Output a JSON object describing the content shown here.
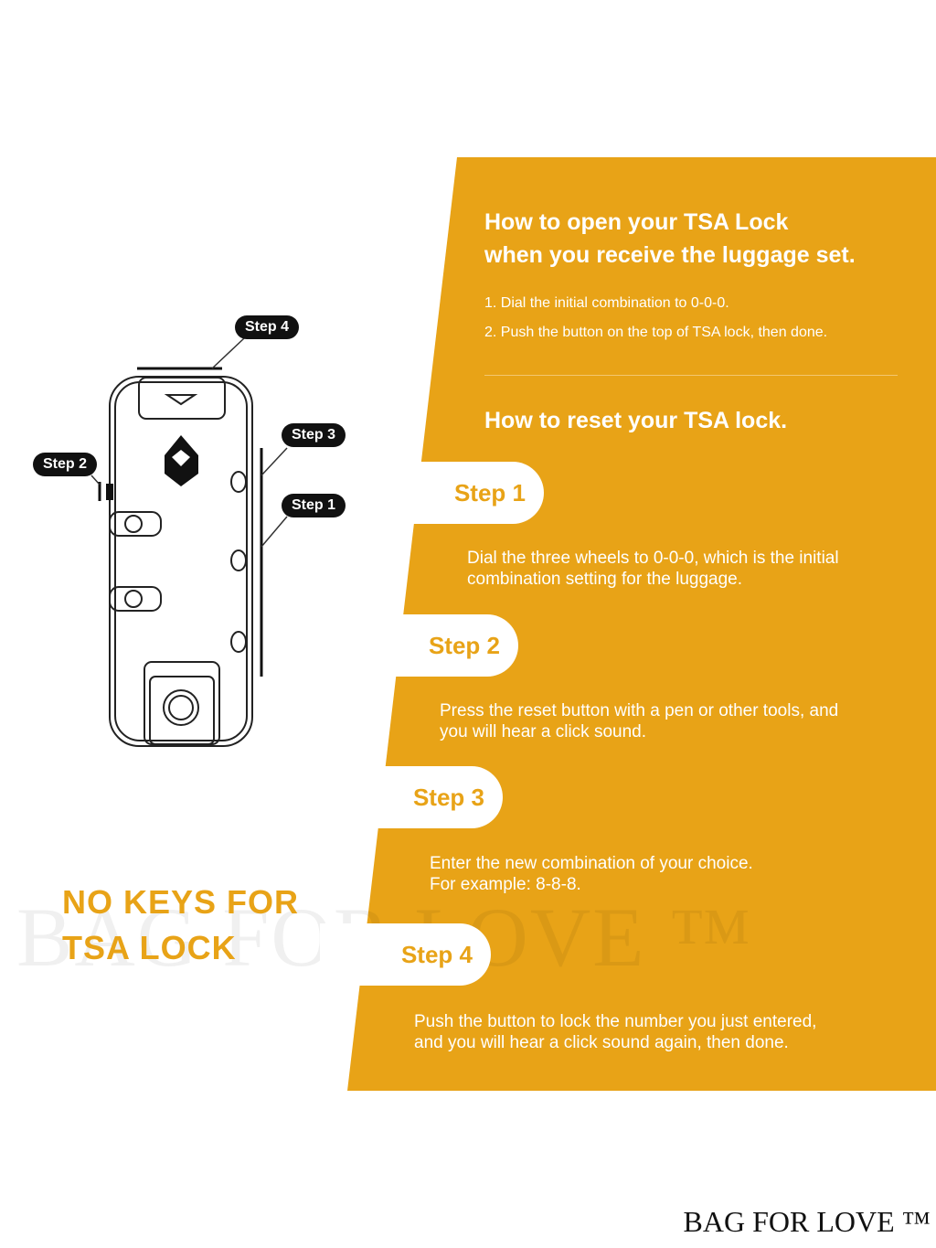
{
  "colors": {
    "accent": "#E8A317",
    "text_on_accent": "#ffffff"
  },
  "open_section": {
    "title_line1": "How to open your TSA Lock",
    "title_line2": "when you receive the luggage set.",
    "items": [
      "1. Dial the initial combination to 0-0-0.",
      "2. Push the button on the top of TSA lock, then done."
    ]
  },
  "reset_section": {
    "title": "How to reset your TSA lock.",
    "steps": [
      {
        "label": "Step 1",
        "line1": "Dial the three wheels to 0-0-0, which is the initial",
        "line2": "combination setting for the luggage."
      },
      {
        "label": "Step 2",
        "line1": "Press the reset button with a pen or other tools, and",
        "line2": "you will hear a click sound."
      },
      {
        "label": "Step 3",
        "line1": "Enter the new combination of your choice.",
        "line2": "For example: 8-8-8."
      },
      {
        "label": "Step 4",
        "line1": "Push the button to lock the number you just entered,",
        "line2": "and you will hear a click sound again, then done."
      }
    ]
  },
  "diagram": {
    "callouts": [
      "Step 4",
      "Step 3",
      "Step 2",
      "Step 1"
    ]
  },
  "headline": {
    "line1": "NO KEYS FOR",
    "line2": "TSA LOCK"
  },
  "watermark": "BAG FOR LOVE ™",
  "brand": "BAG FOR LOVE ™"
}
